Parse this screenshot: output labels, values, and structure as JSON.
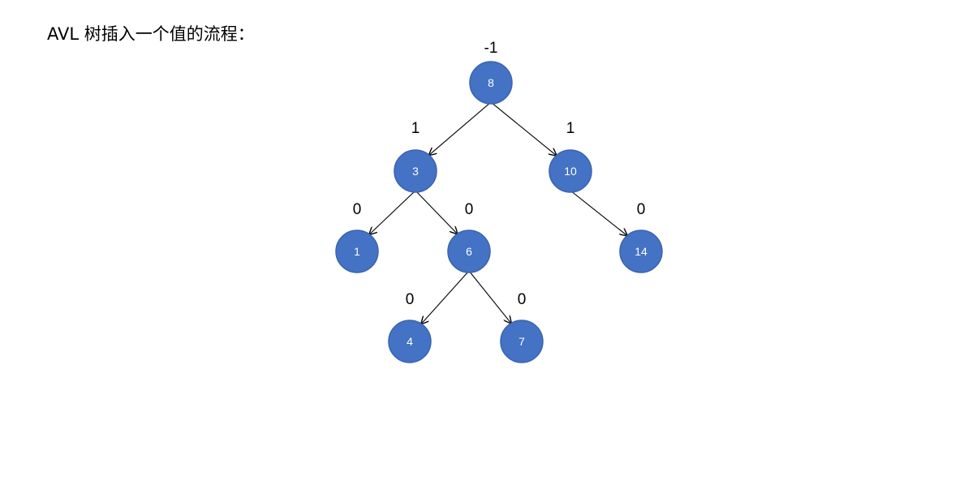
{
  "page": {
    "title": "AVL 树插入一个值的流程："
  },
  "tree": {
    "nodes": [
      {
        "id": "n8",
        "label": "8",
        "balance": "-1"
      },
      {
        "id": "n3",
        "label": "3",
        "balance": "1"
      },
      {
        "id": "n10",
        "label": "10",
        "balance": "1"
      },
      {
        "id": "n1",
        "label": "1",
        "balance": "0"
      },
      {
        "id": "n6",
        "label": "6",
        "balance": "0"
      },
      {
        "id": "n14",
        "label": "14",
        "balance": "0"
      },
      {
        "id": "n4",
        "label": "4",
        "balance": "0"
      },
      {
        "id": "n7",
        "label": "7",
        "balance": "0"
      }
    ],
    "edges": [
      {
        "from": "n8",
        "to": "n3"
      },
      {
        "from": "n8",
        "to": "n10"
      },
      {
        "from": "n3",
        "to": "n1"
      },
      {
        "from": "n3",
        "to": "n6"
      },
      {
        "from": "n10",
        "to": "n14"
      },
      {
        "from": "n6",
        "to": "n4"
      },
      {
        "from": "n6",
        "to": "n7"
      }
    ],
    "node_color": "#4472c4",
    "node_text_color": "#ffffff"
  }
}
